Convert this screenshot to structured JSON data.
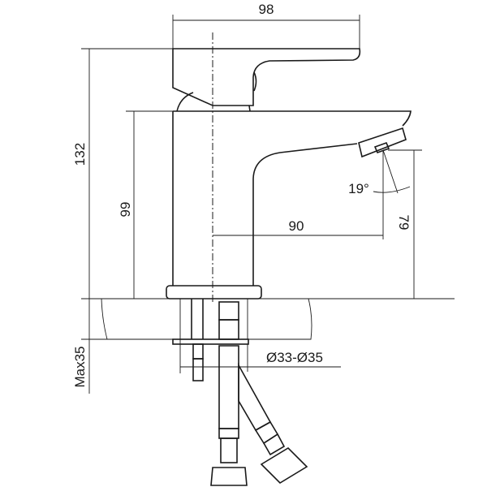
{
  "dimensions": {
    "width": "98",
    "height_total": "132",
    "height_body": "99",
    "spout_reach": "90",
    "spout_height": "79",
    "spout_angle": "19°",
    "counter_thickness": "Max35",
    "hole_diameter": "Ø33-Ø35"
  },
  "colors": {
    "line": "#1a1a1a",
    "background": "#ffffff"
  }
}
